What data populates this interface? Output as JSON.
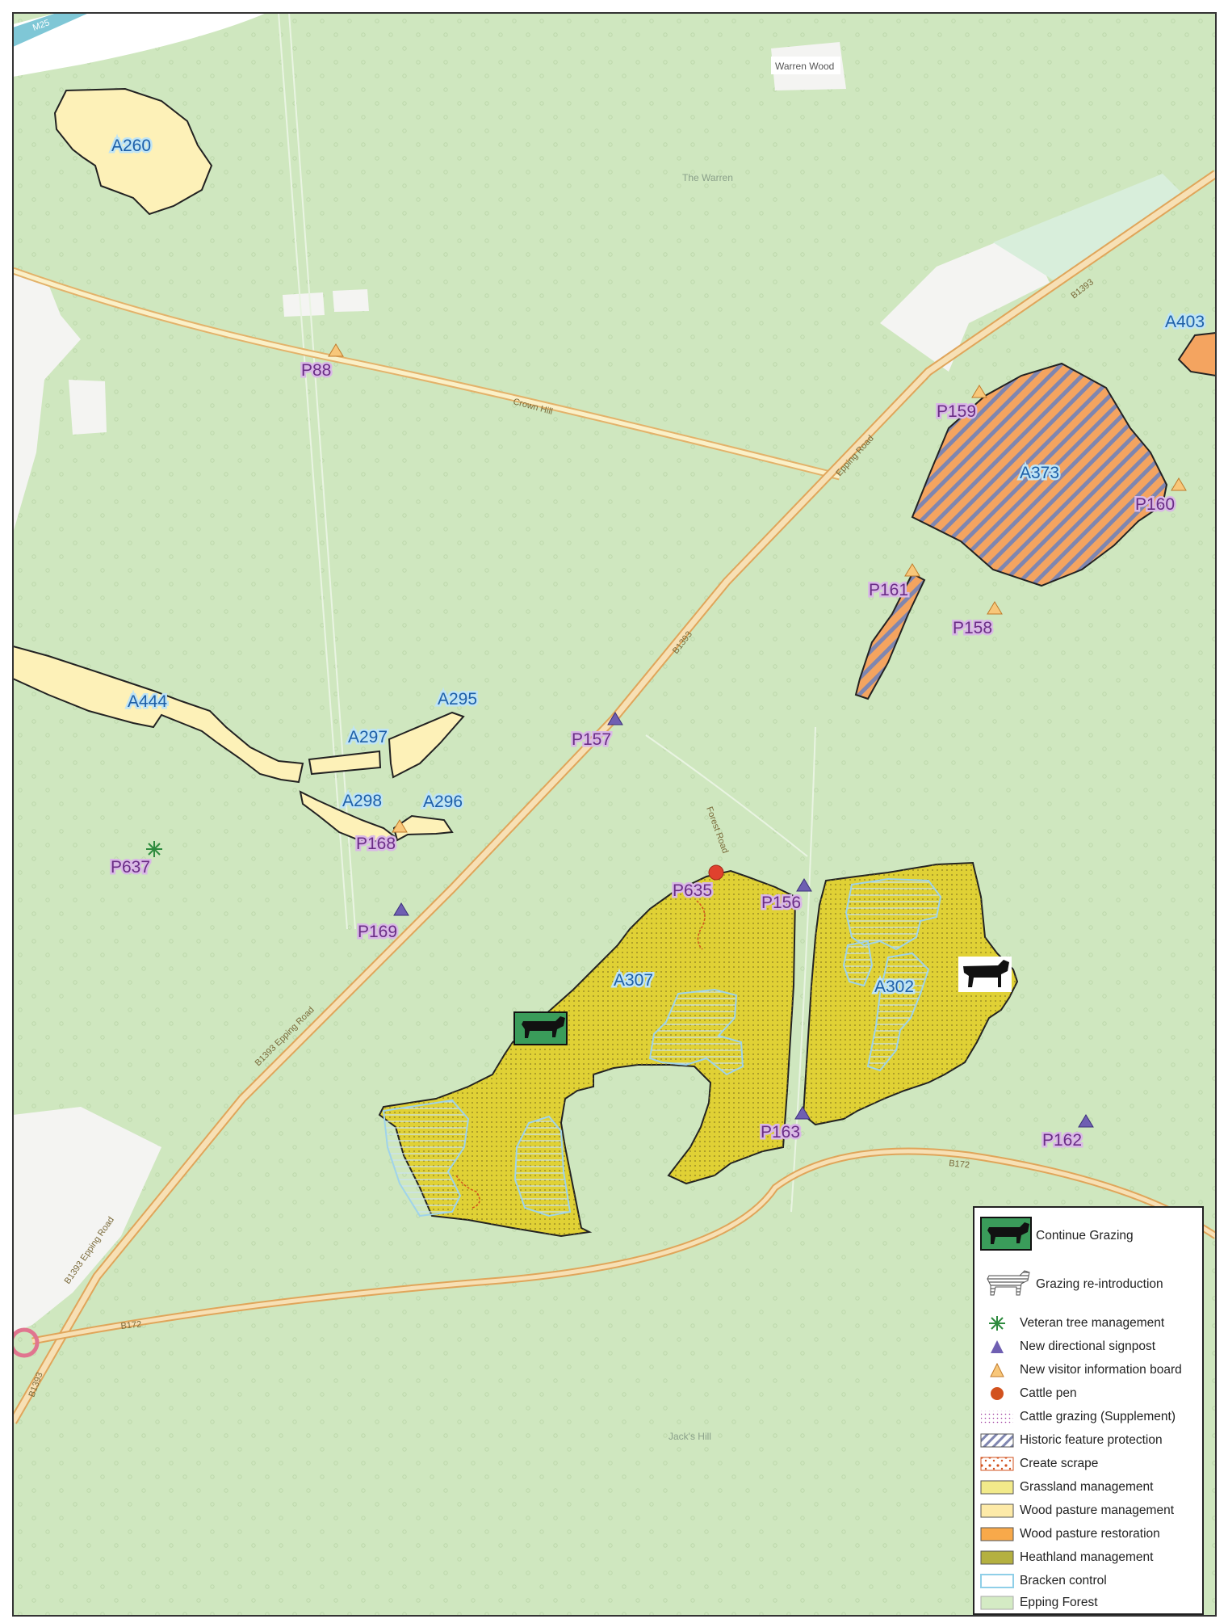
{
  "map": {
    "area_labels": [
      "A260",
      "A403",
      "A373",
      "A444",
      "A295",
      "A297",
      "A298",
      "A296",
      "A307",
      "A302"
    ],
    "point_labels": [
      "P88",
      "P159",
      "P160",
      "P161",
      "P158",
      "P157",
      "P168",
      "P637",
      "P169",
      "P635",
      "P156",
      "P163",
      "P162"
    ],
    "road_labels": [
      "M25",
      "B1393",
      "Epping Road",
      "Crown Hill",
      "B1393",
      "Forest Road",
      "B1393 Epping Road",
      "B1393 Epping Road",
      "B172",
      "B172",
      "B1393"
    ],
    "place_labels": [
      "Warren Wood",
      "The Warren",
      "Jack's Hill"
    ],
    "colors": {
      "background": "#cfe7bf",
      "wood_pasture_management": "#fdf1b8",
      "wood_pasture_restoration": "#f4a460",
      "grassland_management": "#e0d135",
      "road_fill": "#f7e0b5",
      "road_edge": "#e0a55a",
      "signpost": "#6f5fb2",
      "info_board": "#f8c77a",
      "cattle_pen": "#e0412e",
      "veteran_tree": "#2e8b3e"
    }
  },
  "legend": {
    "items": [
      {
        "label": "Continue Grazing",
        "icon": "cow-green-icon"
      },
      {
        "label": "Grazing re-introduction",
        "icon": "cow-hatched-icon"
      },
      {
        "label": "Veteran tree management",
        "icon": "veteran-tree-icon"
      },
      {
        "label": "New directional signpost",
        "icon": "signpost-icon"
      },
      {
        "label": "New visitor information board",
        "icon": "info-board-icon"
      },
      {
        "label": "Cattle pen",
        "icon": "cattle-pen-icon"
      },
      {
        "label": "Cattle grazing (Supplement)",
        "icon": "dots-pattern-icon"
      },
      {
        "label": "Historic feature protection",
        "icon": "hatch-pattern-icon"
      },
      {
        "label": "Create scrape",
        "icon": "scrape-pattern-icon"
      },
      {
        "label": "Grassland management",
        "icon": "grassland-swatch-icon"
      },
      {
        "label": "Wood pasture management",
        "icon": "wood-pasture-mgmt-swatch-icon"
      },
      {
        "label": "Wood pasture restoration",
        "icon": "wood-pasture-rest-swatch-icon"
      },
      {
        "label": "Heathland management",
        "icon": "heathland-swatch-icon"
      },
      {
        "label": "Bracken control",
        "icon": "bracken-swatch-icon"
      },
      {
        "label": "Epping Forest",
        "icon": "epping-forest-swatch-icon"
      }
    ]
  }
}
